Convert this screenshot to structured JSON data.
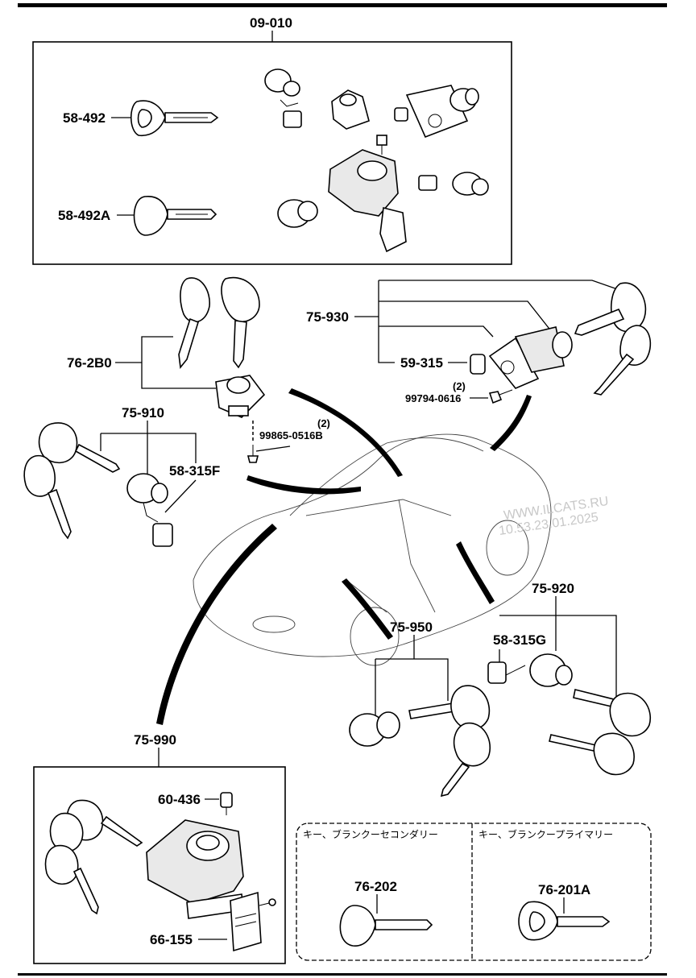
{
  "labels": {
    "kit_top": "09-010",
    "key_top1": "58-492",
    "key_top2": "58-492A",
    "trunk_set": "75-930",
    "trunk_gasket": "59-315",
    "bolt1_qty": "(2)",
    "bolt1": "99794-0616",
    "ign_keyset": "76-2B0",
    "screw_qty": "(2)",
    "screw": "99865-0516B",
    "door_l": "75-910",
    "door_l_rod": "58-315F",
    "door_r": "75-920",
    "door_r_rod": "58-315G",
    "glove": "75-950",
    "ign_set": "75-990",
    "ign_bolt": "60-436",
    "ign_cover": "66-155",
    "blank_secondary_title": "キー、ブランクーセコンダリー",
    "blank_primary_title": "キー、ブランクープライマリー",
    "blank_secondary": "76-202",
    "blank_primary": "76-201A"
  },
  "watermark": {
    "line1": "WWW.ILCATS.RU",
    "line2": "10.53.23.01.2025"
  },
  "icons": [
    "key-icon",
    "lock-cylinder-icon",
    "ignition-switch-icon",
    "car-outline-icon",
    "bolt-icon"
  ]
}
